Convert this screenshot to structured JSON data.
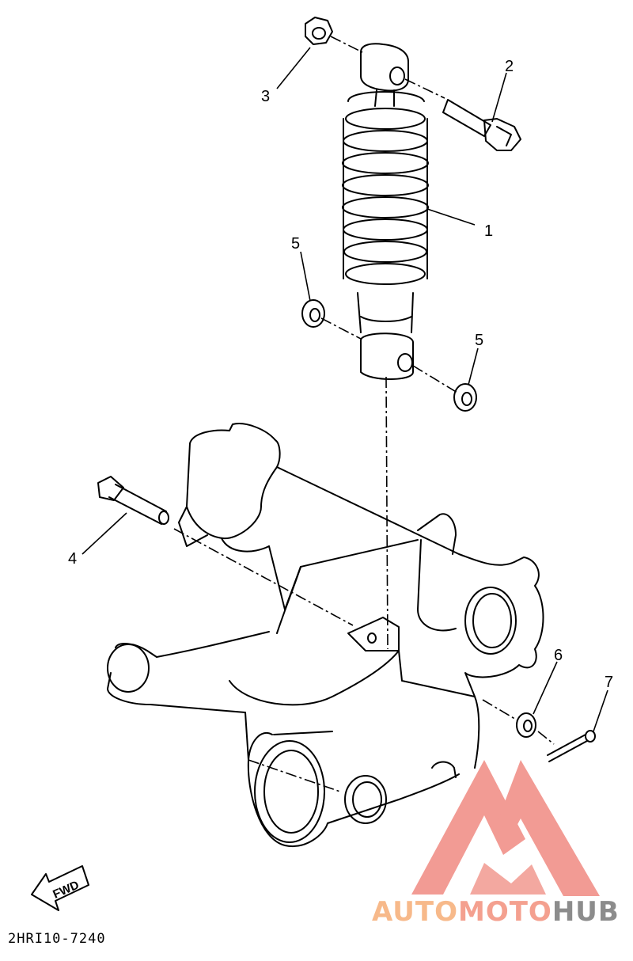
{
  "callouts": [
    "1",
    "2",
    "3",
    "4",
    "5",
    "5",
    "6",
    "7"
  ],
  "direction_label": "FWD",
  "diagram_code": "2HRI10-7240",
  "watermark": {
    "part1": "AUTO",
    "part2": "MOTO",
    "part3": "HUB",
    "colors": {
      "auto": "#f7b98a",
      "moto": "#f4a08f",
      "hub": "#8c8c8c",
      "logo": "#f08a82"
    },
    "icon": "triangle-m-logo"
  }
}
